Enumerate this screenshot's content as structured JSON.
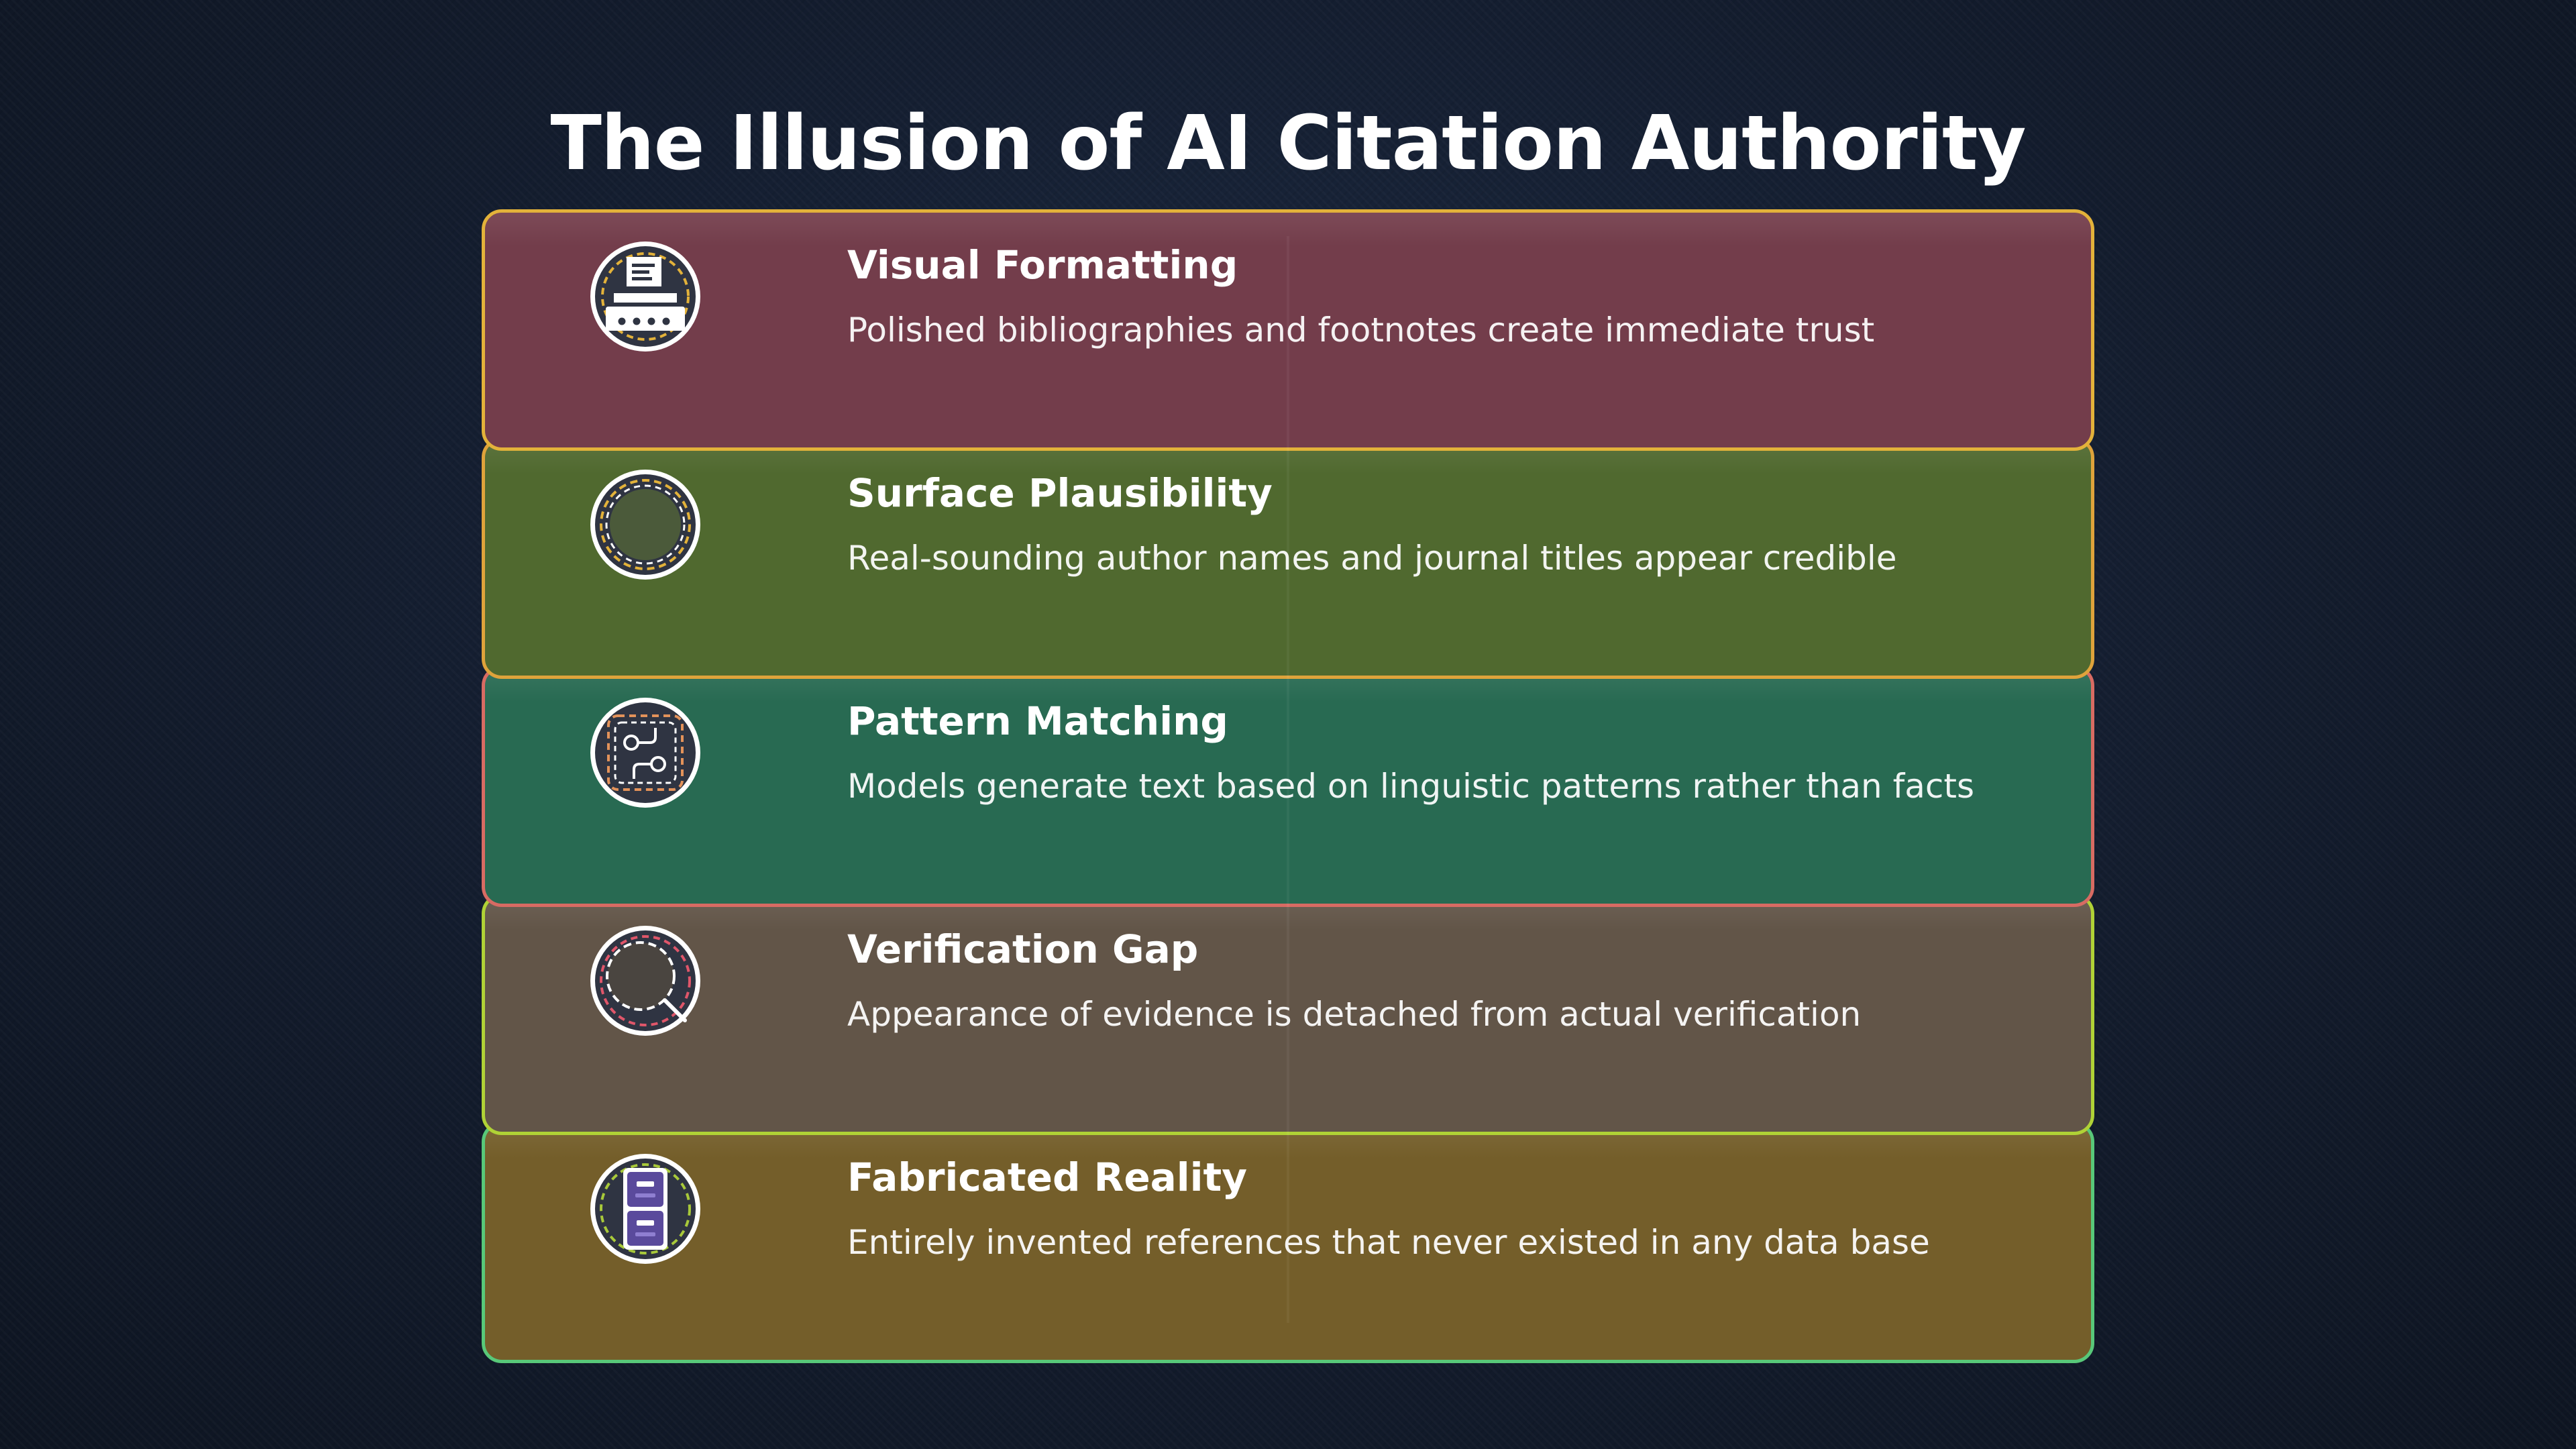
{
  "title": "The Illusion of AI Citation Authority",
  "layers": [
    {
      "title": "Visual Formatting",
      "description": "Polished bibliographies and footnotes create immediate trust",
      "icon": "typewriter-icon",
      "fill": "#733d4b",
      "border": "#e3b23a"
    },
    {
      "title": "Surface Plausibility",
      "description": "Real-sounding author names and journal titles appear credible",
      "icon": "dashed-circle-icon",
      "fill": "#50692f",
      "border": "#dfa33b"
    },
    {
      "title": "Pattern Matching",
      "description": "Models generate text based on linguistic patterns rather than facts",
      "icon": "pattern-network-icon",
      "fill": "#286a52",
      "border": "#d86b63"
    },
    {
      "title": "Verification Gap",
      "description": "Appearance of evidence is detached from actual verification",
      "icon": "magnifier-icon",
      "fill": "#625548",
      "border": "#b0d236"
    },
    {
      "title": "Fabricated Reality",
      "description": "Entirely invented references that never existed in any data base",
      "icon": "file-cabinet-icon",
      "fill": "#745e2a",
      "border": "#58c879"
    }
  ]
}
